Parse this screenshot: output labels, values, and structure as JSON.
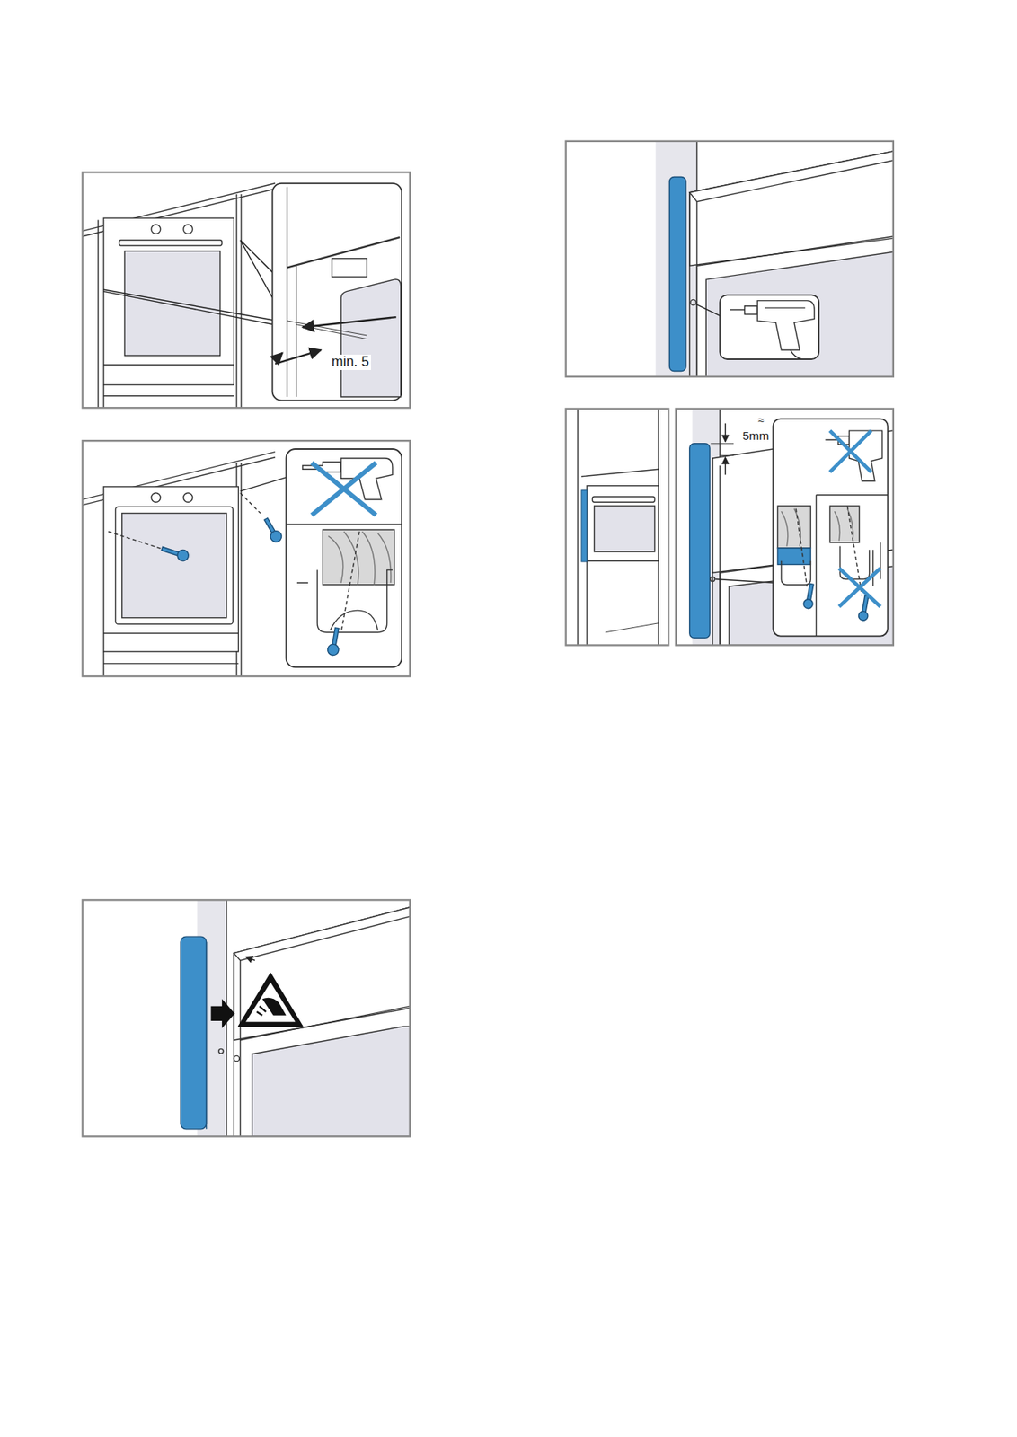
{
  "diagram": {
    "labels": [
      "min. 5",
      "≈",
      "5mm"
    ]
  }
}
